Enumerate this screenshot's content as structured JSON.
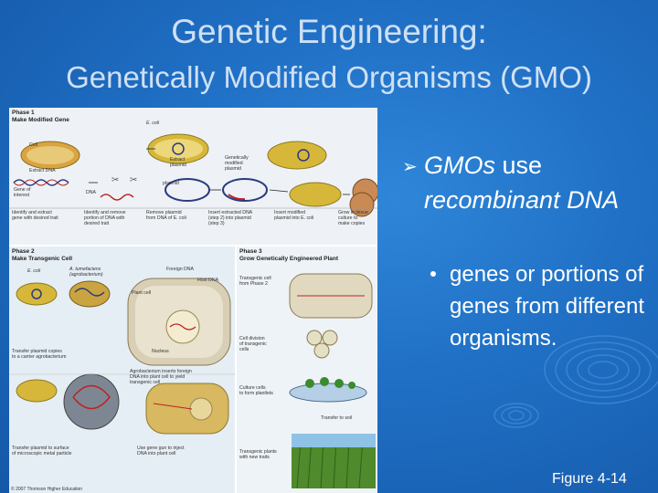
{
  "slide": {
    "title": "Genetic Engineering:",
    "subtitle": "Genetically Modified Organisms (GMO)",
    "bullet_em1": "GMOs",
    "bullet_plain": " use",
    "bullet_em2": "recombinant DNA",
    "sub_bullet": "genes or portions of genes from different organisms.",
    "figure_ref": "Figure 4-14"
  },
  "figure": {
    "phase1": {
      "title": "Phase 1\nMake Modified Gene",
      "labels": {
        "ecoli": "E. coli",
        "cell": "Cell",
        "extract_dna": "Extract DNA",
        "gene": "Gene of\ninterest",
        "dna": "DNA",
        "extract_plasmid": "Extract\nplasmid",
        "plasmid": "plasmid",
        "gm_plasmid": "Genetically\nmodified\nplasmid"
      },
      "captions": [
        "Identify and extract\ngene with desired trait",
        "Identify and remove\nportion of DNA with\ndesired trait",
        "Remove plasmid\nfrom DNA of E. coli",
        "Insert extracted DNA\n(step 2) into plasmid\n(step 3)",
        "Insert modified\nplasmid into E. coli",
        "Grow in tissue\nculture to\nmake copies"
      ]
    },
    "phase2": {
      "title": "Phase 2\nMake Transgenic Cell",
      "labels": {
        "ecoli": "E. coli",
        "atum": "A. tumefaciens\n(agrobacterium)",
        "foreign": "Foreign DNA",
        "host": "Host DNA",
        "plant_cell": "Plant cell",
        "nucleus": "Nucleus"
      },
      "captions": [
        "Transfer plasmid copies\nto a carrier agrobacterium",
        "Agrobacterium inserts foreign\nDNA into plant cell to yield\ntransgenic cell",
        "Transfer plasmid to surface\nof microscopic metal particle",
        "Use gene gun to inject\nDNA into plant cell"
      ]
    },
    "phase3": {
      "title": "Phase 3\nGrow Genetically Engineered Plant",
      "captions": [
        "Transgenic cell\nfrom Phase 2",
        "Cell division\nof transgenic\ncells",
        "Culture cells\nto form plantlets",
        "Transgenic plants\nwith new traits"
      ],
      "labels": {
        "transfer": "Transfer to soil"
      }
    },
    "credit": "© 2007 Thomson Higher Education"
  }
}
